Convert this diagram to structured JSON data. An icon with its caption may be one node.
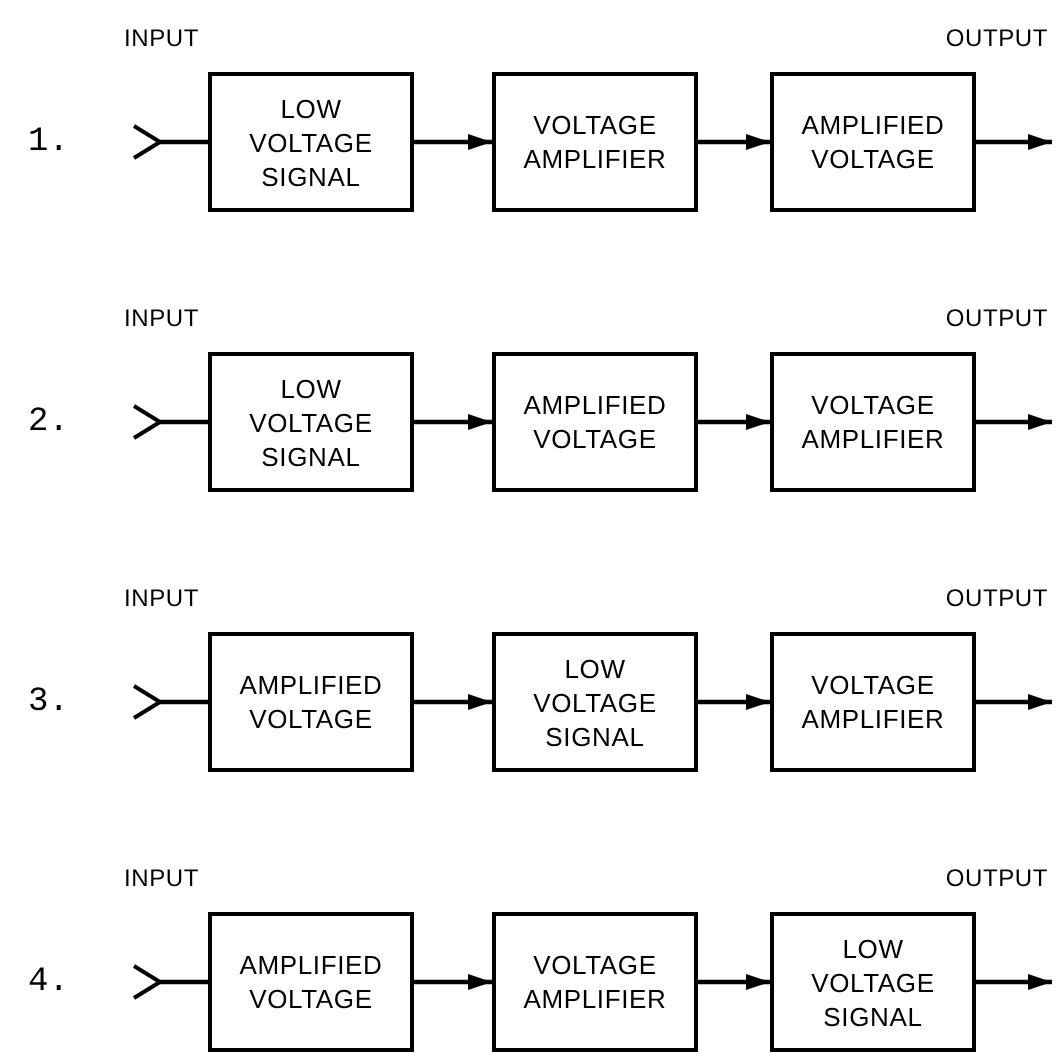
{
  "diagram": {
    "nodes": [
      {
        "text": [
          "LOW VOLTAGE SIGNAL"
        ]
      },
      {
        "text": [
          "VOLTAGE AMPLIFIER"
        ]
      },
      {
        "text": [
          "AMPLIFIED VOLTAGE"
        ]
      },
      {
        "text": [
          "LOW VOLTAGE SIGNAL"
        ]
      },
      {
        "text": [
          "AMPLIFIED VOLTAGE"
        ]
      },
      {
        "text": [
          "VOLTAGE AMPLIFIER"
        ]
      },
      {
        "text": [
          "AMPLIFIED VOLTAGE"
        ]
      },
      {
        "text": [
          "LOW VOLTAGE SIGNAL"
        ]
      },
      {
        "text": [
          "VOLTAGE AMPLIFIER"
        ]
      },
      {
        "text": [
          "AMPLIFIED VOLTAGE"
        ]
      },
      {
        "text": [
          "VOLTAGE AMPLIFIER"
        ]
      },
      {
        "text": [
          "LOW VOLTAGE SIGNAL"
        ]
      }
    ],
    "edges": [
      {
        "from": null,
        "to": 0,
        "arrow": "other"
      },
      {
        "from": 0,
        "to": 1,
        "arrow": "to"
      },
      {
        "from": 1,
        "to": 2,
        "arrow": "to"
      },
      {
        "from": 2,
        "to": null,
        "arrow": "to"
      },
      {
        "from": null,
        "to": 3,
        "arrow": "other"
      },
      {
        "from": 3,
        "to": 4,
        "arrow": "to"
      },
      {
        "from": 4,
        "to": 5,
        "arrow": "to"
      },
      {
        "from": 5,
        "to": null,
        "arrow": "to"
      },
      {
        "from": null,
        "to": 6,
        "arrow": "other"
      },
      {
        "from": 6,
        "to": 7,
        "arrow": "to"
      },
      {
        "from": 7,
        "to": 8,
        "arrow": "to"
      },
      {
        "from": 8,
        "to": null,
        "arrow": "to"
      },
      {
        "from": null,
        "to": 9,
        "arrow": "other"
      },
      {
        "from": 9,
        "to": 10,
        "arrow": "to"
      },
      {
        "from": 10,
        "to": 11,
        "arrow": "to"
      },
      {
        "from": 11,
        "to": null,
        "arrow": "to"
      }
    ],
    "labels": [
      "INPUT",
      "OUTPUT",
      "1.",
      "INPUT",
      "OUTPUT",
      "2.",
      "INPUT",
      "OUTPUT",
      "3.",
      "INPUT",
      "OUTPUT",
      "4."
    ]
  }
}
